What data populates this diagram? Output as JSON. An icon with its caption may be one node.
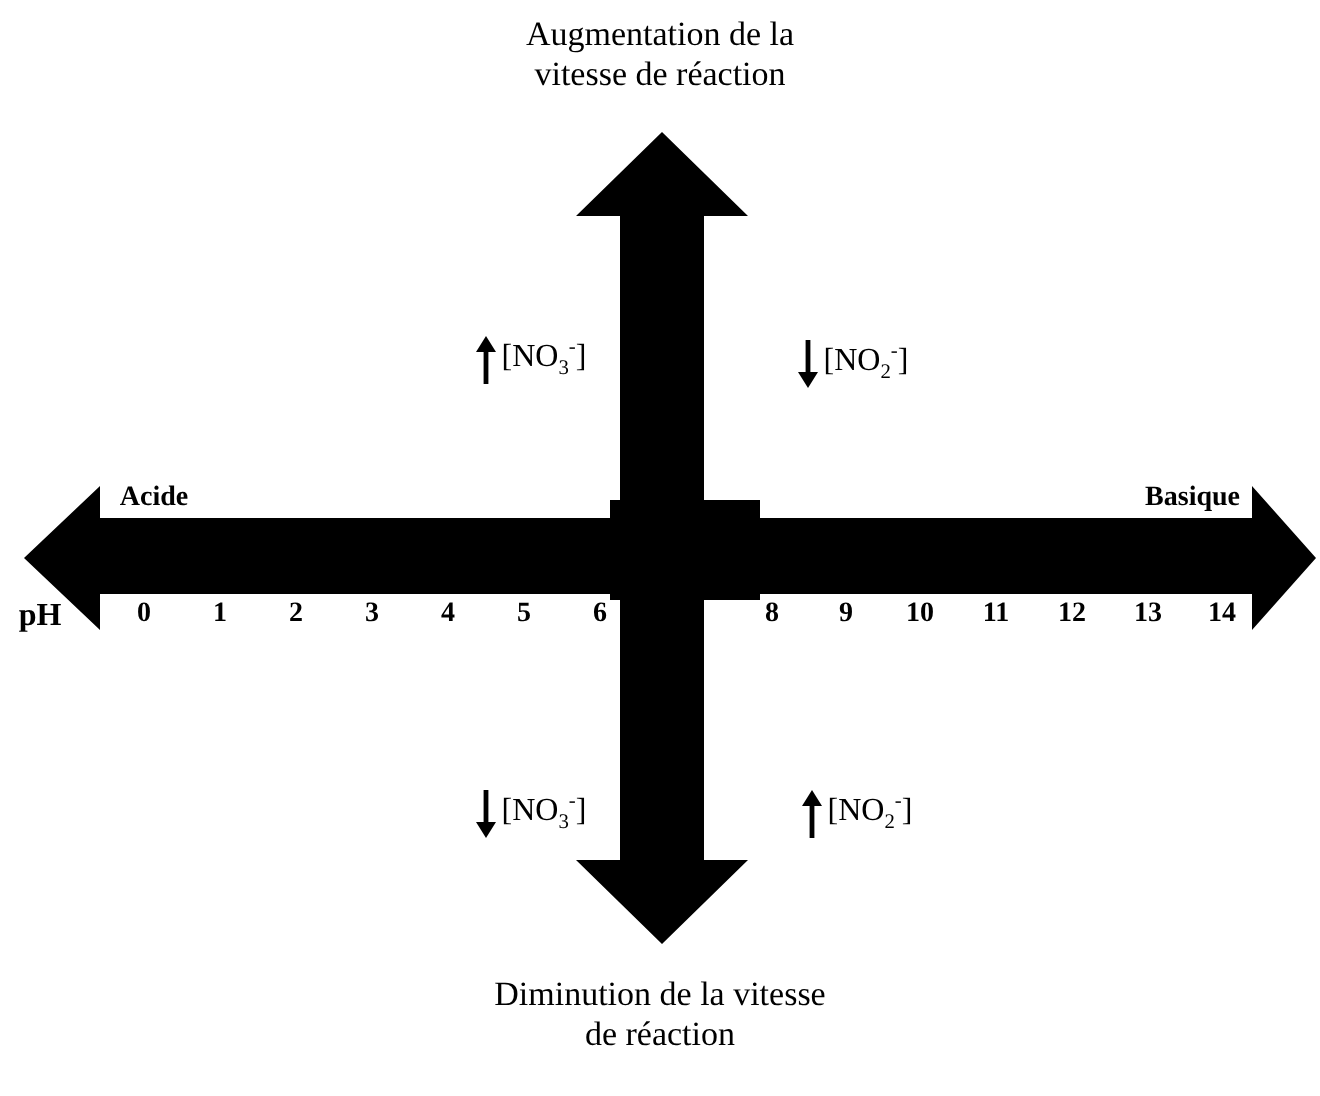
{
  "diagram": {
    "labels": [
      "Augmentation de la vitesse de réaction",
      "[NO$_{3}$$^{-}$]",
      "[NO$_{2}$$^{-}$]",
      "Acide",
      "Basique",
      "pH",
      "0",
      "1",
      "2",
      "3",
      "4",
      "5",
      "6",
      "8",
      "9",
      "10",
      "11",
      "12",
      "13",
      "14",
      "[NO$_{3}$$^{-}$]",
      "[NO$_{2}$$^{-}$]",
      "Diminution de la vitesse de réaction"
    ]
  }
}
